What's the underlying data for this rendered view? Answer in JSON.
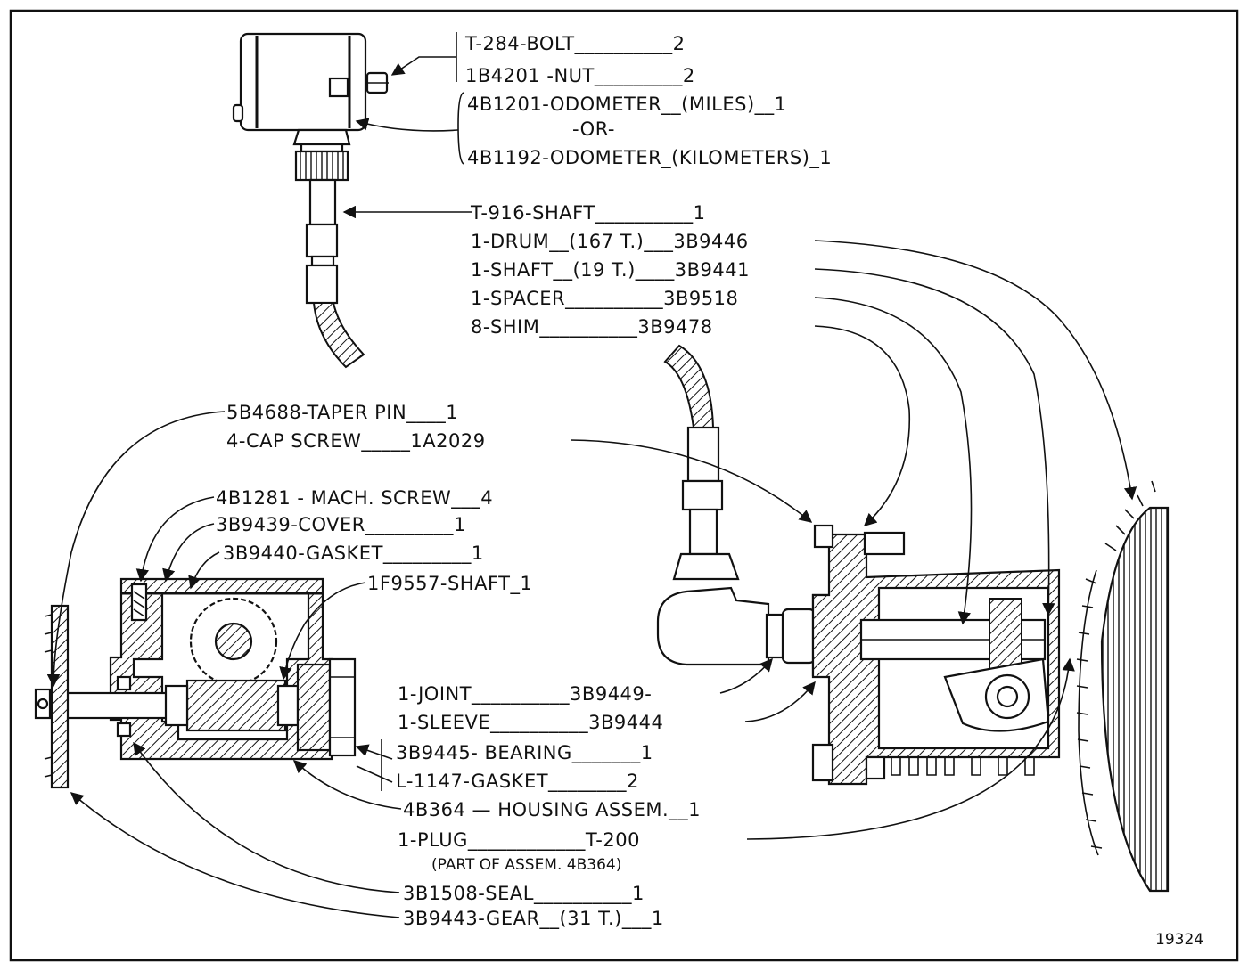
{
  "labels": {
    "bolt": "T-284-BOLT__________2",
    "nut": "1B4201 -NUT_________2",
    "odo_miles": "4B1201-ODOMETER__(MILES)__1",
    "or": "-OR-",
    "odo_km": "4B1192-ODOMETER_(KILOMETERS)_1",
    "shaft_t916": "T-916-SHAFT__________1",
    "drum": "1-DRUM__(167 T.)___3B9446",
    "shaft_19t": "1-SHAFT__(19 T.)____3B9441",
    "spacer": "1-SPACER__________3B9518",
    "shim": "8-SHIM__________3B9478",
    "taper_pin": "5B4688-TAPER PIN____1",
    "cap_screw": "4-CAP SCREW_____1A2029",
    "mach_screw": "4B1281 - MACH. SCREW___4",
    "cover": "3B9439-COVER_________1",
    "gasket_1": "3B9440-GASKET_________1",
    "shaft_1f": "1F9557-SHAFT_1",
    "joint": "1-JOINT__________3B9449-",
    "sleeve": "1-SLEEVE__________3B9444",
    "bearing": "3B9445- BEARING_______1",
    "gasket_l": "L-1147-GASKET________2",
    "housing": "4B364 — HOUSING ASSEM.__1",
    "plug": "1-PLUG____________T-200",
    "plug_note": "(PART OF ASSEM. 4B364)",
    "seal": "3B1508-SEAL__________1",
    "gear": "3B9443-GEAR__(31 T.)___1",
    "figure_number": "19324"
  },
  "colors": {
    "ink": "#111111",
    "paper": "#ffffff"
  }
}
